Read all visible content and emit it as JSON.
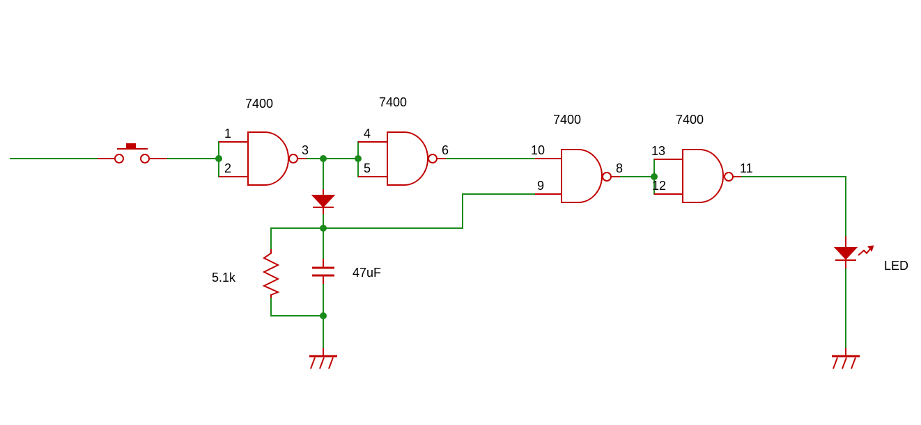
{
  "gates": [
    {
      "part": "7400",
      "in_a": "1",
      "in_b": "2",
      "out": "3"
    },
    {
      "part": "7400",
      "in_a": "4",
      "in_b": "5",
      "out": "6"
    },
    {
      "part": "7400",
      "in_a": "10",
      "in_b": "9",
      "out": "8"
    },
    {
      "part": "7400",
      "in_a": "13",
      "in_b": "12",
      "out": "11"
    }
  ],
  "components": {
    "resistor": "5.1k",
    "capacitor": "47uF",
    "led": "LED"
  },
  "colors": {
    "wire": "#1a8a1a",
    "component": "#c00000",
    "text": "#000000"
  }
}
